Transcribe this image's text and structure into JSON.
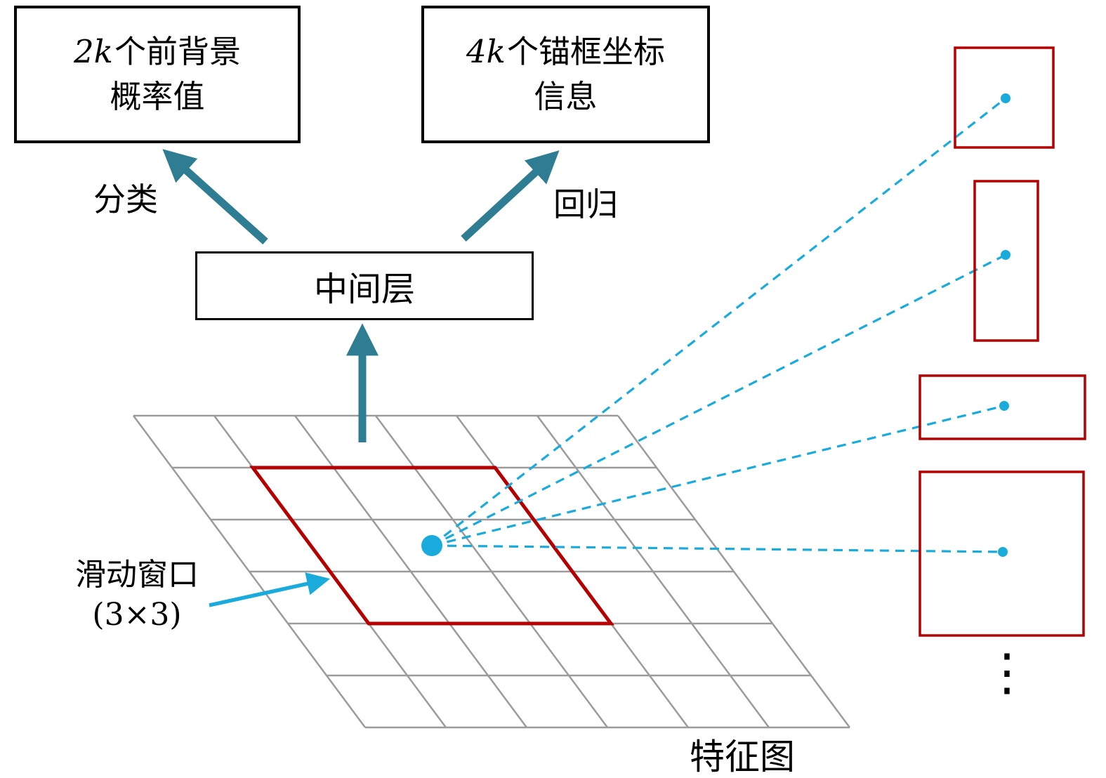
{
  "colors": {
    "teal": "#2e7d92",
    "red": "#b40000",
    "cyan": "#1aabdd",
    "gray": "#9b9b9b",
    "ink": "#000000"
  },
  "boxes": {
    "cls_output": {
      "math": "2k",
      "rest": "个前背景",
      "line2": "概率值"
    },
    "reg_output": {
      "math": "4k",
      "rest": "个锚框坐标",
      "line2": "信息"
    },
    "mid": {
      "label": "中间层"
    }
  },
  "labels": {
    "classify": "分类",
    "regress": "回归",
    "sliding_window_line1": "滑动窗口",
    "sliding_window_line2": "(3×3)",
    "feature_map": "特征图",
    "more_anchors": "⋮"
  }
}
